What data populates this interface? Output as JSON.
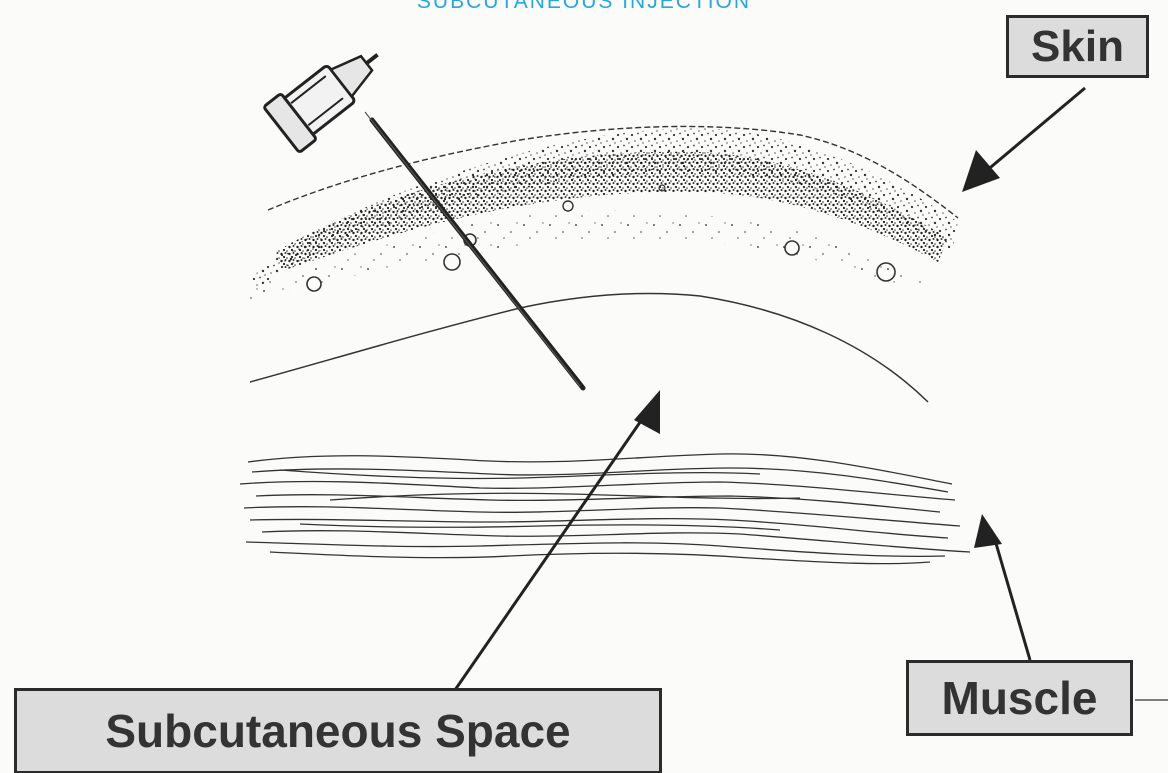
{
  "title": "SUBCUTANEOUS INJECTION",
  "labels": {
    "skin": "Skin",
    "subcutaneous_space": "Subcutaneous Space",
    "muscle": "Muscle"
  },
  "icons": [
    "syringe-needle-icon"
  ],
  "colors": {
    "title": "#2aa6d8",
    "label_box_fill": "#dcdcdc",
    "ink": "#2b2b2b"
  }
}
